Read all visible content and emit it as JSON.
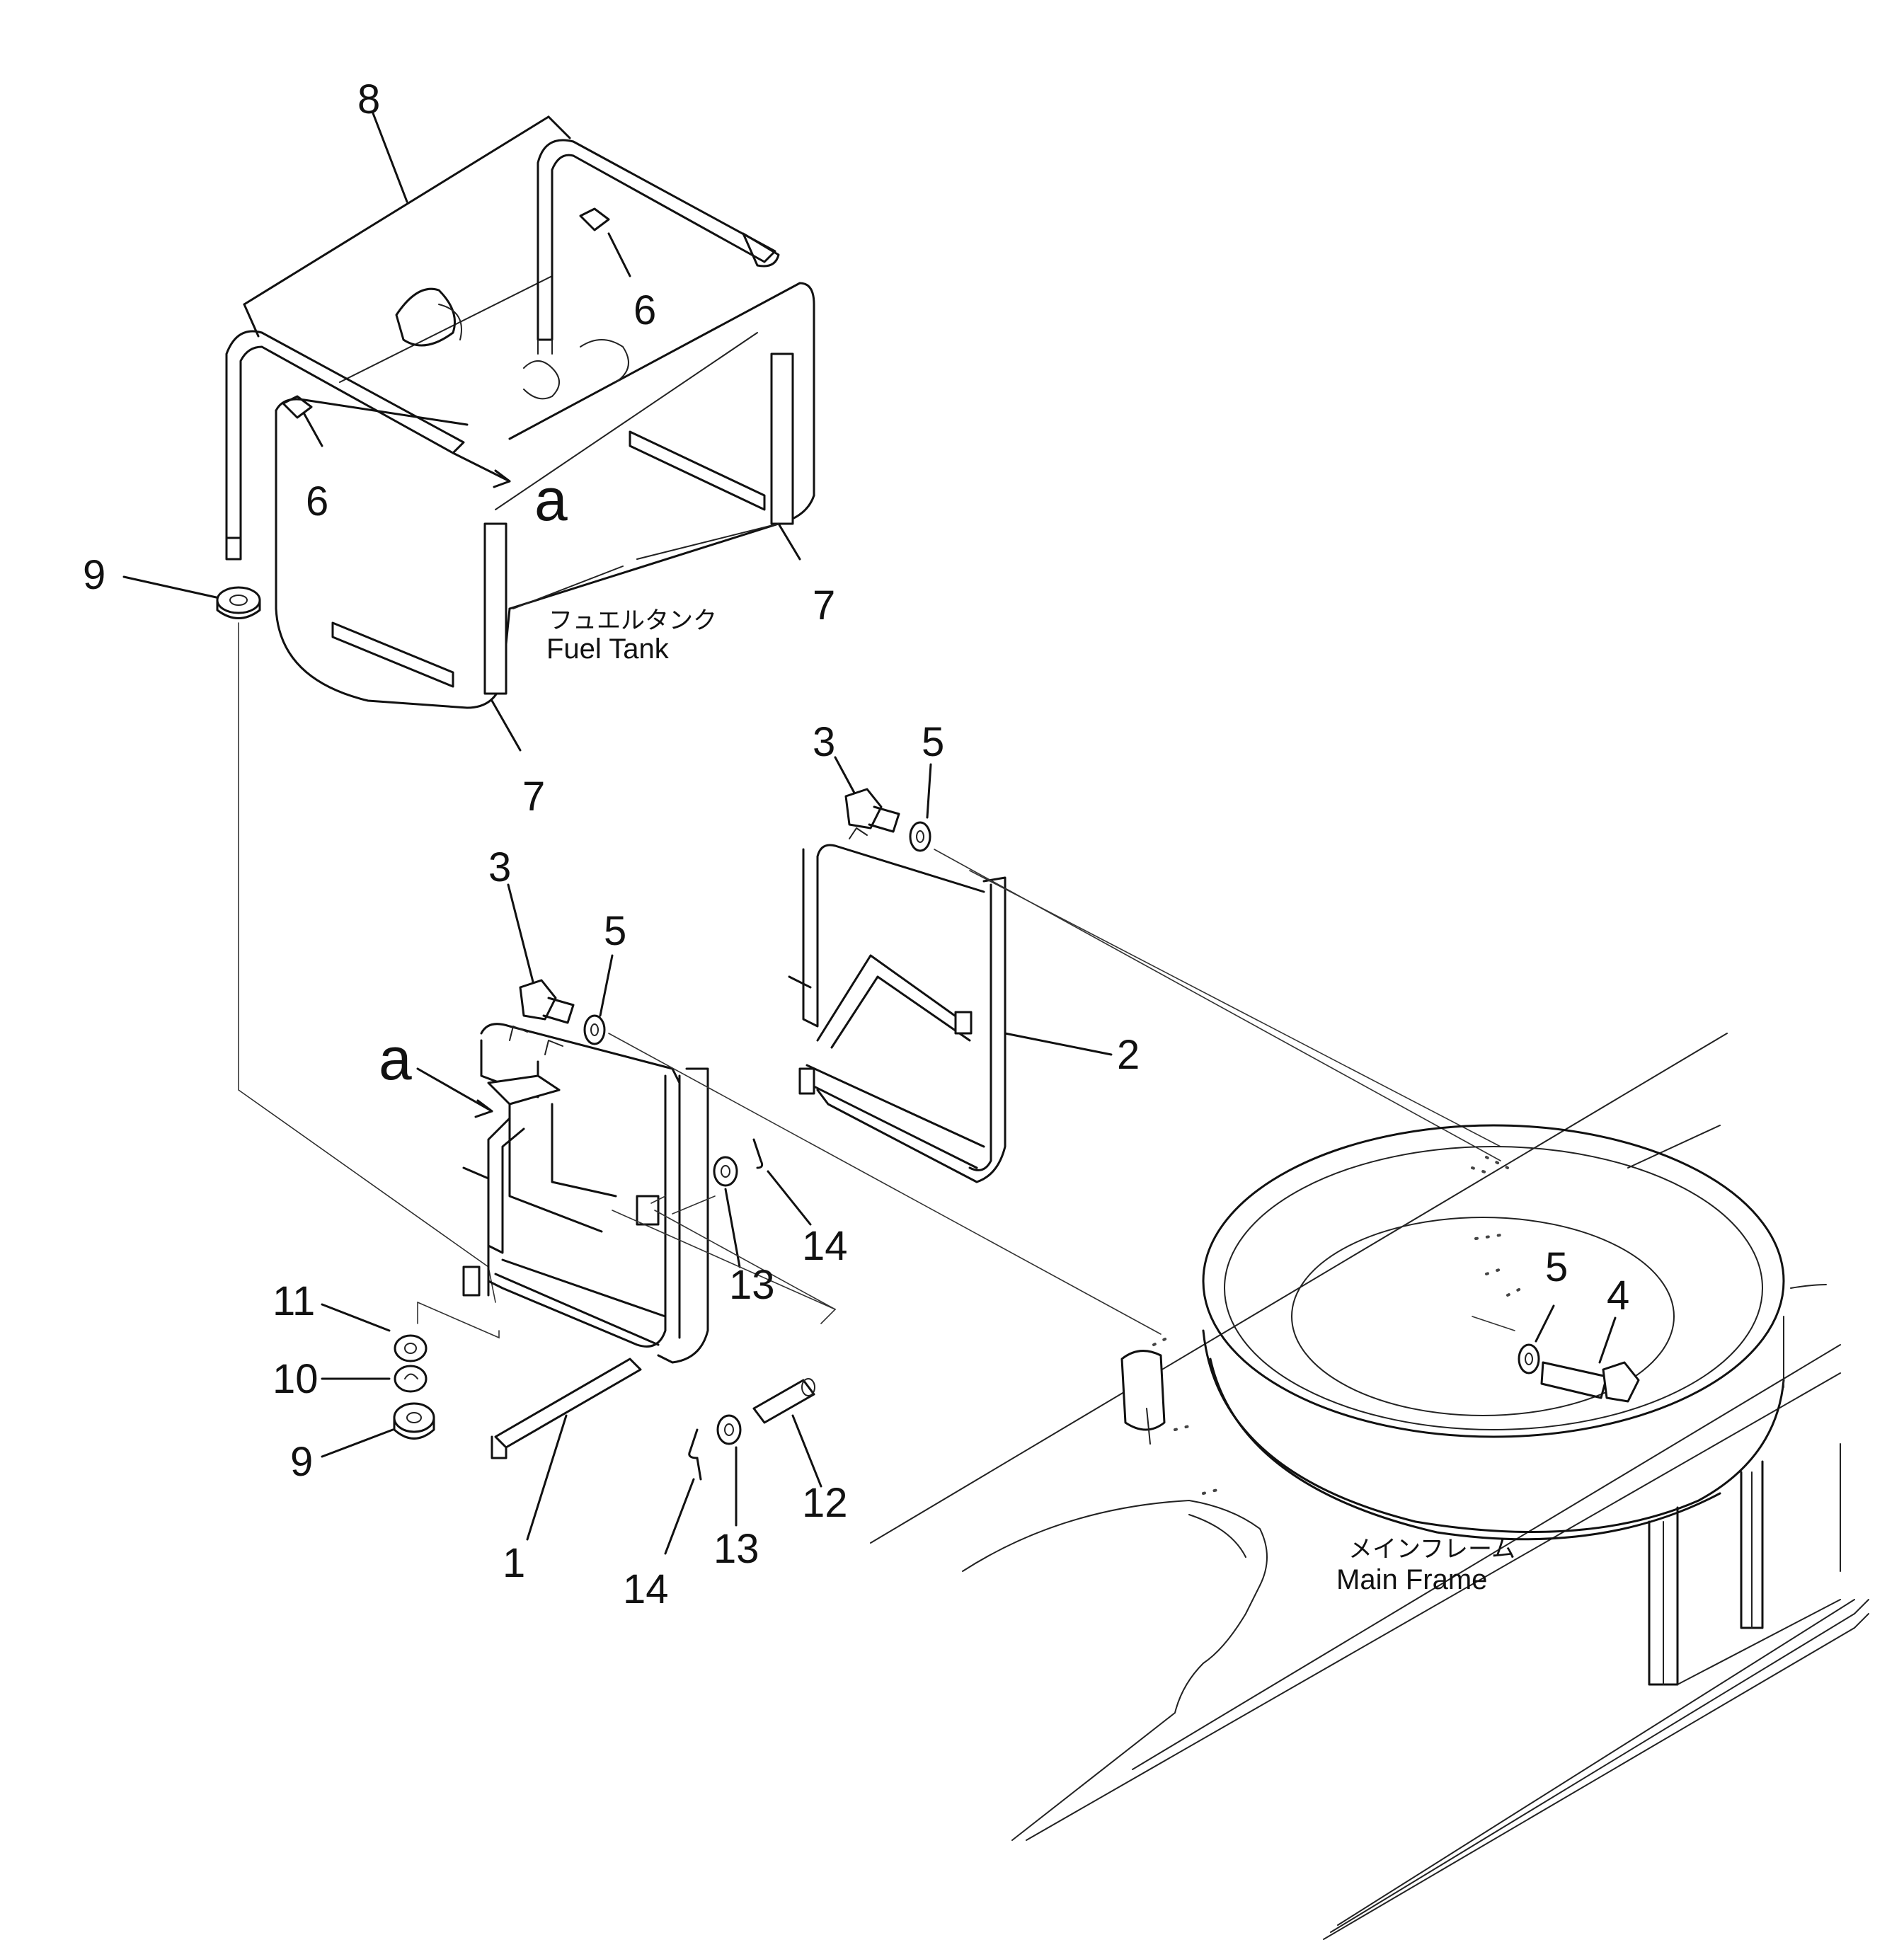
{
  "callouts": {
    "n1": "1",
    "n2": "2",
    "n3a": "3",
    "n3b": "3",
    "n4": "4",
    "n5a": "5",
    "n5b": "5",
    "n5c": "5",
    "n6a": "6",
    "n6b": "6",
    "n7a": "7",
    "n7b": "7",
    "n8": "8",
    "n9a": "9",
    "n9b": "9",
    "n10": "10",
    "n11": "11",
    "n12": "12",
    "n13a": "13",
    "n13b": "13",
    "n14a": "14",
    "n14b": "14",
    "a1": "a",
    "a2": "a"
  },
  "labels": {
    "fuel_tank_jp": "フュエルタンク",
    "fuel_tank_en": "Fuel Tank",
    "main_frame_jp": "メインフレーム",
    "main_frame_en": "Main Frame"
  }
}
